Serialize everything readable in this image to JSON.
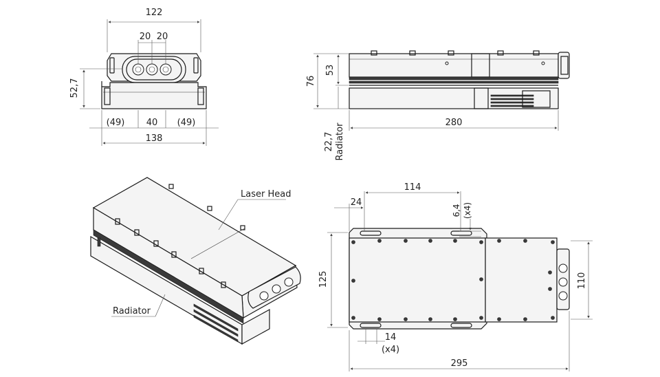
{
  "front_view": {
    "overall_top": "122",
    "port_spacing_left": "20",
    "port_spacing_right": "20",
    "height": "52,7",
    "base_left": "(49)",
    "base_mid": "40",
    "base_right": "(49)",
    "overall_bottom": "138"
  },
  "side_view": {
    "height_total": "76",
    "height_upper": "53",
    "radiator_height": "22,7",
    "radiator_label": "Radiator",
    "length": "280"
  },
  "iso_view": {
    "laser_head_label": "Laser Head",
    "radiator_label": "Radiator"
  },
  "top_view": {
    "offset_left": "24",
    "hole_spacing": "114",
    "hole_dia": "6,4",
    "hole_count_top": "(x4)",
    "width": "125",
    "slot_length": "14",
    "hole_count_bottom": "(x4)",
    "right_height": "110",
    "total_length": "295"
  }
}
